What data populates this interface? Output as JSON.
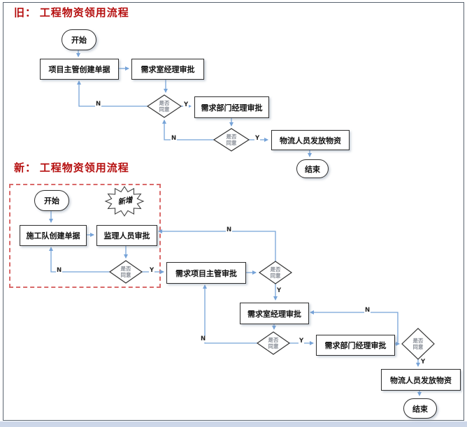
{
  "labels": {
    "yes": "Y",
    "no": "N",
    "decision": "是否同意",
    "badge": "新增"
  },
  "old": {
    "title": "旧： 工程物资领用流程",
    "start": "开始",
    "create_doc": "项目主管创建单据",
    "room_manager": "需求室经理审批",
    "dept_manager": "需求部门经理审批",
    "logistics": "物流人员发放物资",
    "end": "结束"
  },
  "new": {
    "title": "新： 工程物资领用流程",
    "start": "开始",
    "team_create": "施工队创建单据",
    "supervisor": "监理人员审批",
    "project_manager": "需求项目主管审批",
    "room_manager": "需求室经理审批",
    "dept_manager": "需求部门经理审批",
    "logistics": "物流人员发放物资",
    "end": "结束"
  },
  "colors": {
    "connector": "#76a3d8",
    "title_red": "#b50e0e",
    "dashed_box_red": "#d96a6a",
    "box_border": "#2f2f2f",
    "decision_text": "#8a8f98",
    "page_edge": "#cdd7e9"
  }
}
